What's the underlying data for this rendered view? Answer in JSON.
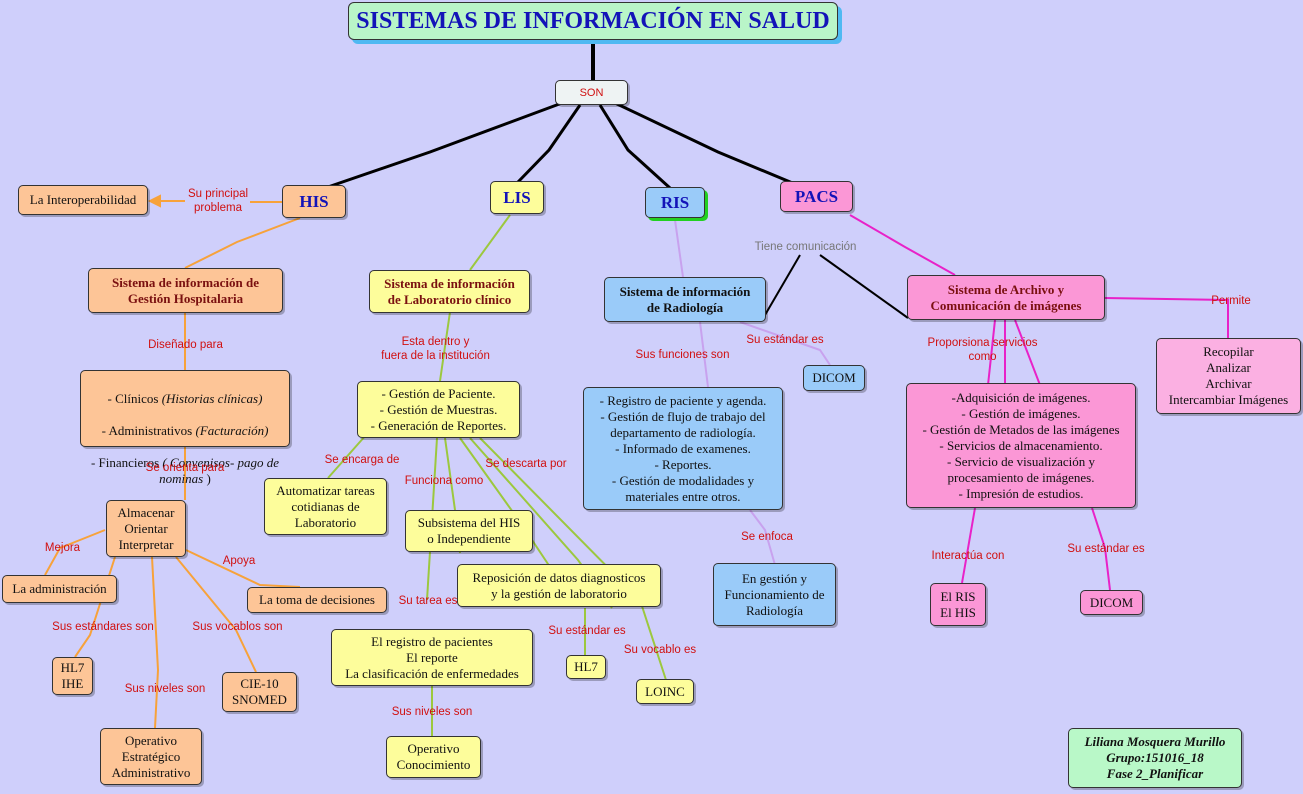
{
  "title": "SISTEMAS DE INFORMACIÓN EN SALUD",
  "son": "SON",
  "nodes": {
    "his": "HIS",
    "lis": "LIS",
    "ris": "RIS",
    "pacs": "PACS",
    "interoperabilidad": "La Interoperabilidad",
    "his_def": "Sistema de información de\nGestión Hospitalaria",
    "his_tipos": {
      "clinicos": "- Clínicos ",
      "clinicos_it": "(Historias clínicas)",
      "administrativos": "- Administrativos ",
      "administrativos_it": "(Facturación)",
      "financieros": "- Financieros ",
      "financieros_it": "( Convenisos- pago de nominas",
      "financieros_end": " )"
    },
    "his_orienta": "Almacenar\nOrientar\nInterpretar",
    "administracion": "La administración",
    "decisiones": "La toma de decisiones",
    "hl7_ihe": "HL7\nIHE",
    "cie_snomed": "CIE-10\nSNOMED",
    "niveles_his": "Operativo\nEstratégico\nAdministrativo",
    "lis_def": "Sistema de información\nde Laboratorio clínico",
    "lis_gestion": "- Gestión de Paciente.\n- Gestión de Muestras.\n- Generación de Reportes.",
    "lis_automatizar": "Automatizar tareas\ncotidianas de\nLaboratorio",
    "lis_subsistema": "Subsistema del HIS\no Independiente",
    "lis_reposicion": "Reposición de datos diagnosticos\ny la gestión de laboratorio",
    "lis_registro": "El registro de pacientes\nEl reporte\nLa clasificación de enfermedades",
    "lis_hl7": "HL7",
    "loinc": "LOINC",
    "lis_niveles": "Operativo\nConocimiento",
    "ris_def": "Sistema de información\nde Radiología",
    "ris_dicom": "DICOM",
    "ris_funciones": "- Registro  de paciente y agenda.\n- Gestión de flujo de trabajo del\ndepartamento de radiología.\n- Informado de examenes.\n- Reportes.\n- Gestión de modalidades y\nmateriales entre otros.",
    "ris_enfoca": "En gestión y\nFuncionamiento de\nRadiología",
    "pacs_def": "Sistema de Archivo y\nComunicación de imágenes",
    "pacs_permite": "Recopilar\nAnalizar\nArchivar\nIntercambiar Imágenes",
    "pacs_servicios": "-Adquisición de imágenes.\n- Gestión de imágenes.\n- Gestión de Metados de las imágenes\n- Servicios de almacenamiento.\n- Servicio de visualización y\nprocesamiento de imágenes.\n- Impresión de estudios.",
    "pacs_ris_his": "El RIS\nEl HIS",
    "pacs_dicom": "DICOM",
    "author": "Liliana Mosquera Murillo\nGrupo:151016_18\nFase 2_Planificar"
  },
  "labels": {
    "su_principal_problema": "Su principal\nproblema",
    "disenado_para": "Diseñado para",
    "se_orienta_para": "Se orienta para",
    "mejora": "Mejora",
    "apoya": "Apoya",
    "sus_estandares_son": "Sus estándares son",
    "sus_vocablos_son": "Sus vocablos son",
    "sus_niveles_son_his": "Sus niveles son",
    "esta_dentro": "Esta dentro y\nfuera de la institución",
    "se_encarga_de": "Se encarga de",
    "funciona_como": "Funciona  como",
    "se_descarta_por": "Se descarta por",
    "su_tarea_es": "Su tarea es",
    "su_estandar_es_lis": "Su estándar es",
    "su_vocablo_es": "Su vocablo es",
    "sus_niveles_son_lis": "Sus niveles son",
    "sus_funciones_son": "Sus funciones son",
    "su_estandar_es_ris": "Su estándar es",
    "se_enfoca": "Se enfoca",
    "tiene_comunicacion": "Tiene comunicación",
    "permite": "Permite",
    "proporsiona": "Proporsiona servicios\ncomo",
    "interactua_con": "Interactúa con",
    "su_estandar_es_pacs": "Su estándar es"
  },
  "colors": {
    "background": "#cfcffb",
    "orange_node": "#fdc597",
    "yellow_node": "#fdfd9b",
    "blue_node": "#9acbf9",
    "pink_node": "#fb97d6",
    "green_node": "#b9f8c8",
    "link_label": "#d01010",
    "his_link": "#f7a23a",
    "lis_link": "#9cc83e",
    "ris_link": "#c8a2ee",
    "pacs_link": "#e822c8"
  }
}
